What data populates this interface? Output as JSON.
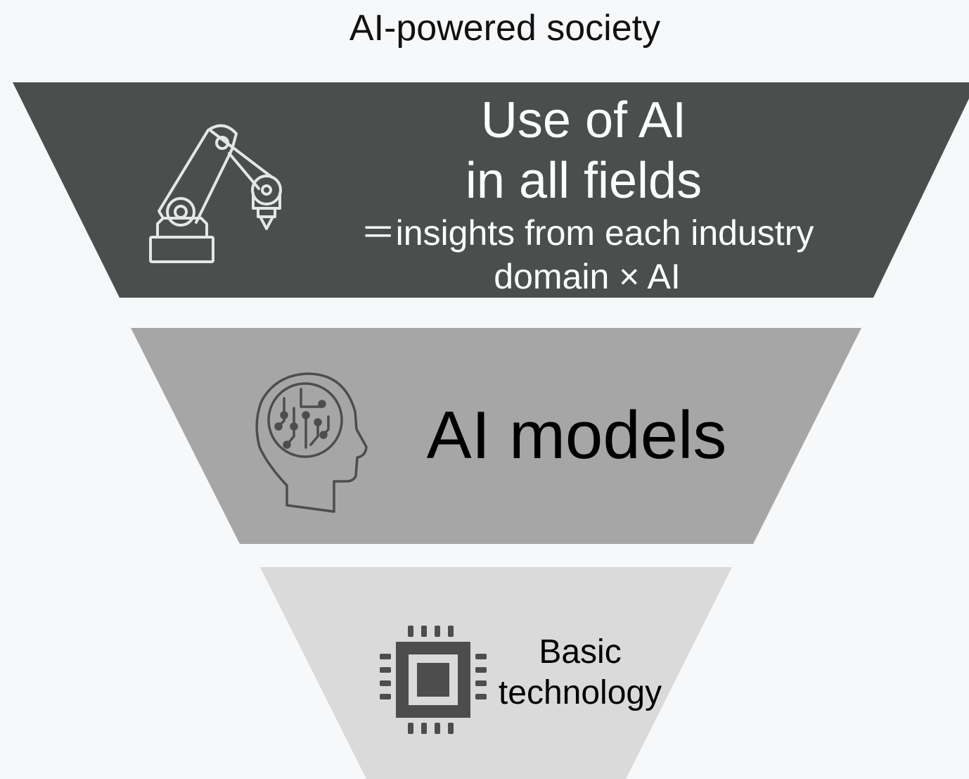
{
  "title": "AI-powered society",
  "tiers": [
    {
      "line1": "Use of AI",
      "line2": "in all fields",
      "sub1": "＝insights from each industry",
      "sub2": "domain × AI",
      "icon": "robot-arm-icon",
      "color": "#4a4f4d"
    },
    {
      "label": "AI models",
      "icon": "ai-head-icon",
      "color": "#a6a6a6"
    },
    {
      "line1": "Basic",
      "line2": "technology",
      "icon": "chip-icon",
      "color": "#dadada"
    }
  ]
}
